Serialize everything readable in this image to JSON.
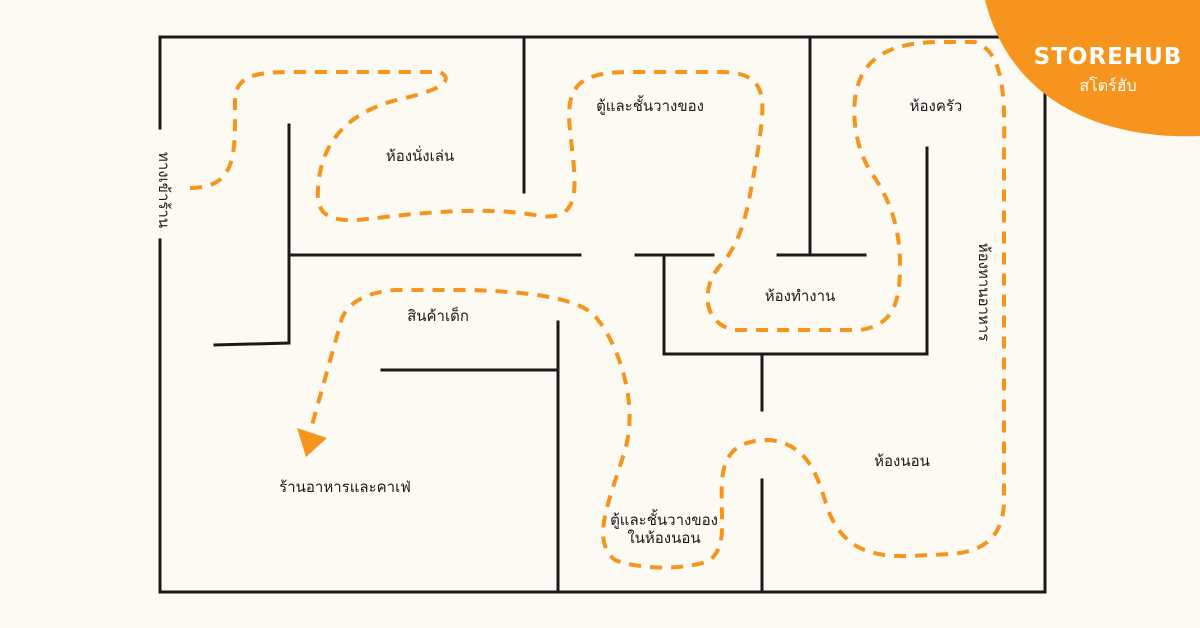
{
  "brand": {
    "name": "STOREHUB",
    "name_th": "สโตร์ฮับ",
    "color": "#f7941d"
  },
  "colors": {
    "background": "#fdf9f3",
    "walls": "#1a1a1a",
    "route": "#f7941d"
  },
  "rooms": {
    "entrance": "ทางเข้าร้าน",
    "living_room": "ห้องนั่งเล่น",
    "cabinets": "ตู้และชั้นวางของ",
    "kitchen": "ห้องครัว",
    "dining_room": "ห้องทานอาหาร",
    "office": "ห้องทำงาน",
    "kids_products": "สินค้าเด็ก",
    "bedroom": "ห้องนอน",
    "bedroom_cabinets_line1": "ตู้และชั้นวางของ",
    "bedroom_cabinets_line2": "ในห้องนอน",
    "restaurant_cafe": "ร้านอาหารและคาเฟ่"
  }
}
